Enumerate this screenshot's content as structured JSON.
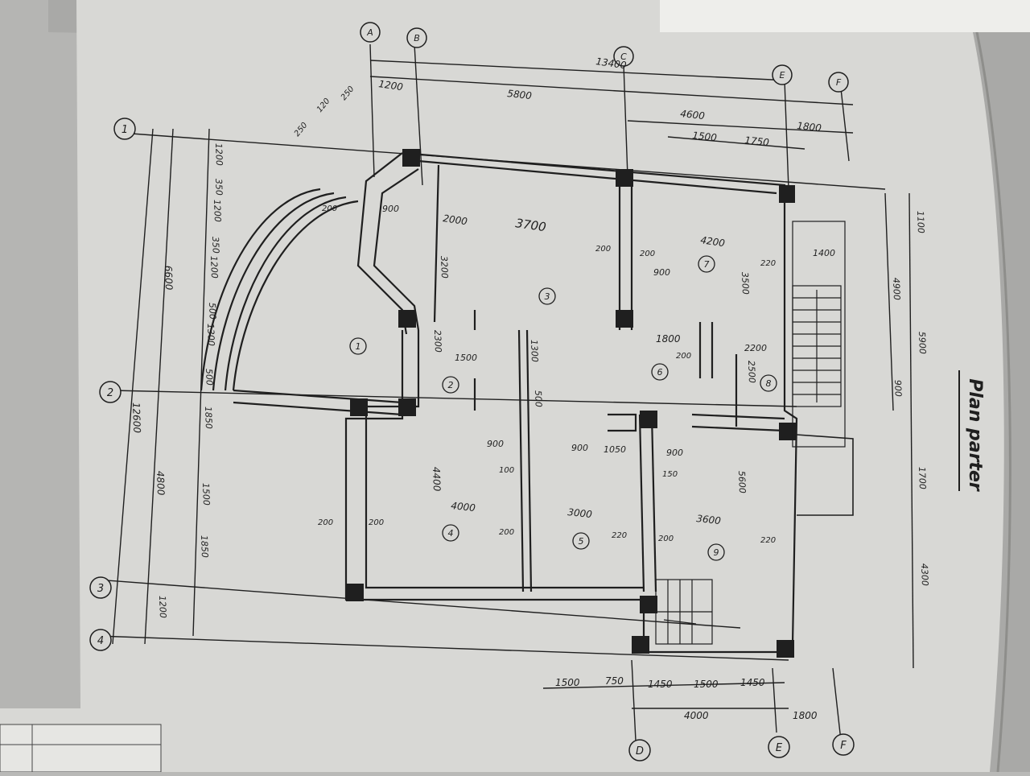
{
  "title": "Plan parter",
  "grid_rows_left": [
    "A",
    "B",
    "C",
    "D",
    "E",
    "F"
  ],
  "grid_rows_bottom": [
    "D",
    "E",
    "F"
  ],
  "grid_cols": [
    "1",
    "2",
    "3",
    "4"
  ],
  "rooms": [
    "1",
    "2",
    "3",
    "4",
    "5",
    "6",
    "7",
    "8",
    "9"
  ],
  "dims": {
    "top_total": "13400",
    "top_1200": "1200",
    "top_5800": "5800",
    "top_4600": "4600",
    "top_1800": "1800",
    "top_1500": "1500",
    "top_1750": "1750",
    "left_total": "12600",
    "left_6600": "6600",
    "left_4800": "4800",
    "left_1200a": "1200",
    "left_350a": "350",
    "left_1200b": "1200",
    "left_350b": "350",
    "left_1200c": "1200",
    "left_500a": "500",
    "left_1300": "1300",
    "left_500b": "500",
    "left_1850a": "1850",
    "left_1500": "1500",
    "left_1850b": "1850",
    "left_1200d": "1200",
    "r_1100": "1100",
    "r_4900": "4900",
    "r_5900": "5900",
    "r_1700": "1700",
    "r_4300": "4300",
    "r_900": "900",
    "r_1400": "1400",
    "b_1500a": "1500",
    "b_750": "750",
    "b_1450a": "1450",
    "b_1500b": "1500",
    "b_1450b": "1450",
    "b_4000": "4000",
    "b_1800": "1800",
    "i_3700": "3700",
    "i_2000": "2000",
    "i_900a": "900",
    "i_3200": "3200",
    "i_4200": "4200",
    "i_3500": "3500",
    "i_900b": "900",
    "i_1800": "1800",
    "i_2300": "2300",
    "i_1500": "1500",
    "i_1300": "1300",
    "i_500": "500",
    "i_2200": "2200",
    "i_2500": "2500",
    "i_4400": "4400",
    "i_4000": "4000",
    "i_3000": "3000",
    "i_3600": "3600",
    "i_5600": "5600",
    "i_900c": "900",
    "i_1050": "1050",
    "i_900d": "900",
    "i_150": "150",
    "i_900e": "900",
    "i_100": "100",
    "w_200": "200",
    "w_220": "220",
    "w_250": "250",
    "w_120": "120"
  },
  "colors": {
    "paper": "#d9d9d6",
    "ink": "#1f1f1f",
    "shadow": "#9e9e9b"
  }
}
